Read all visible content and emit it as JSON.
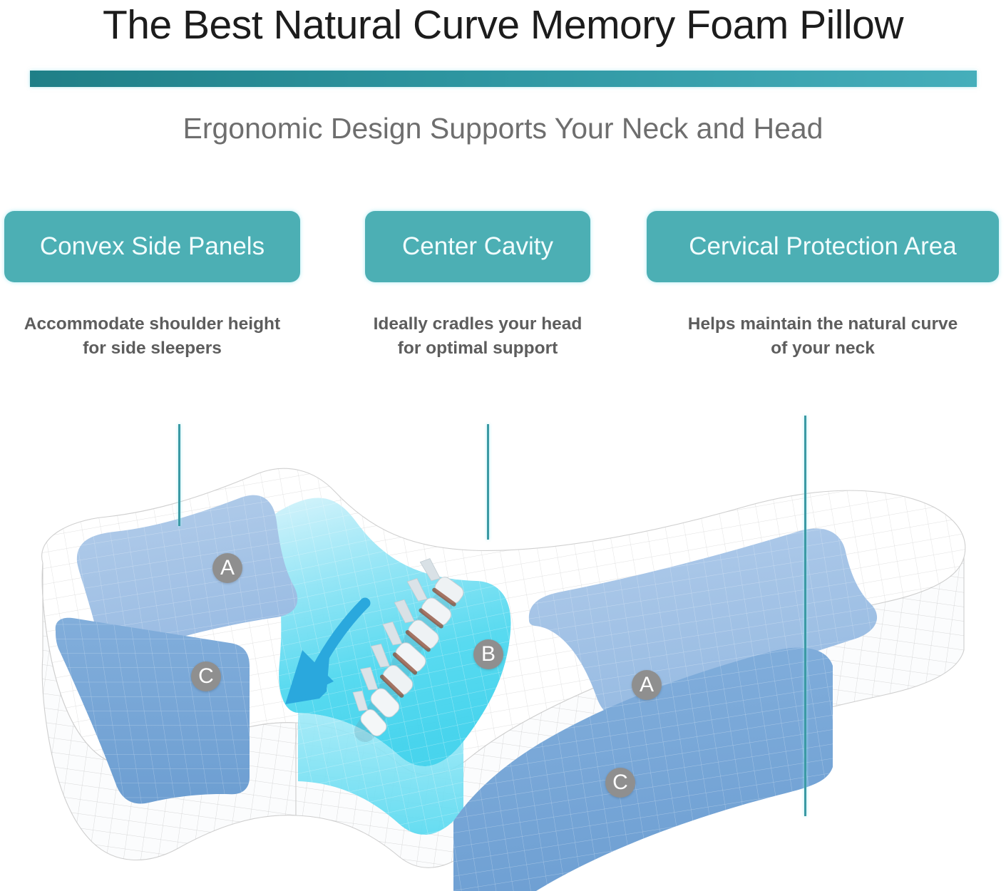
{
  "header": {
    "title": "The Best Natural Curve Memory Foam Pillow",
    "subtitle": "Ergonomic Design Supports Your Neck and Head",
    "rule_color_left": "#1f7f87",
    "rule_color_right": "#45aebb"
  },
  "features": [
    {
      "badge_label": "Convex Side Panels",
      "caption_line1": "Accommodate shoulder height",
      "caption_line2": "for side sleepers",
      "marker": "A"
    },
    {
      "badge_label": "Center Cavity",
      "caption_line1": "Ideally cradles your head",
      "caption_line2": "for optimal support",
      "marker": "B"
    },
    {
      "badge_label": "Cervical Protection Area",
      "caption_line1": "Helps maintain the natural curve",
      "caption_line2": "of your neck",
      "marker": "C"
    }
  ],
  "illustration": {
    "markers": [
      {
        "label": "A",
        "region": "near-side convex panel top"
      },
      {
        "label": "C",
        "region": "near-side cervical panel front"
      },
      {
        "label": "B",
        "region": "center cavity"
      },
      {
        "label": "A",
        "region": "far-side convex panel top"
      },
      {
        "label": "C",
        "region": "far-side cervical panel front"
      }
    ],
    "spine_icon": "spine-vertebrae-icon",
    "arrow_icon": "curved-arrow-icon",
    "colors": {
      "badge_teal": "#4cafb4",
      "panel_light_blue": "#9fc4e8",
      "panel_mid_blue": "#7aa8d6",
      "cavity_cyan": "#5fdef0",
      "leader_line": "#3b9aa4",
      "marker_gray": "#8f8f8f",
      "caption_gray": "#5d5d5d",
      "subtitle_gray": "#6e6e6e"
    }
  }
}
